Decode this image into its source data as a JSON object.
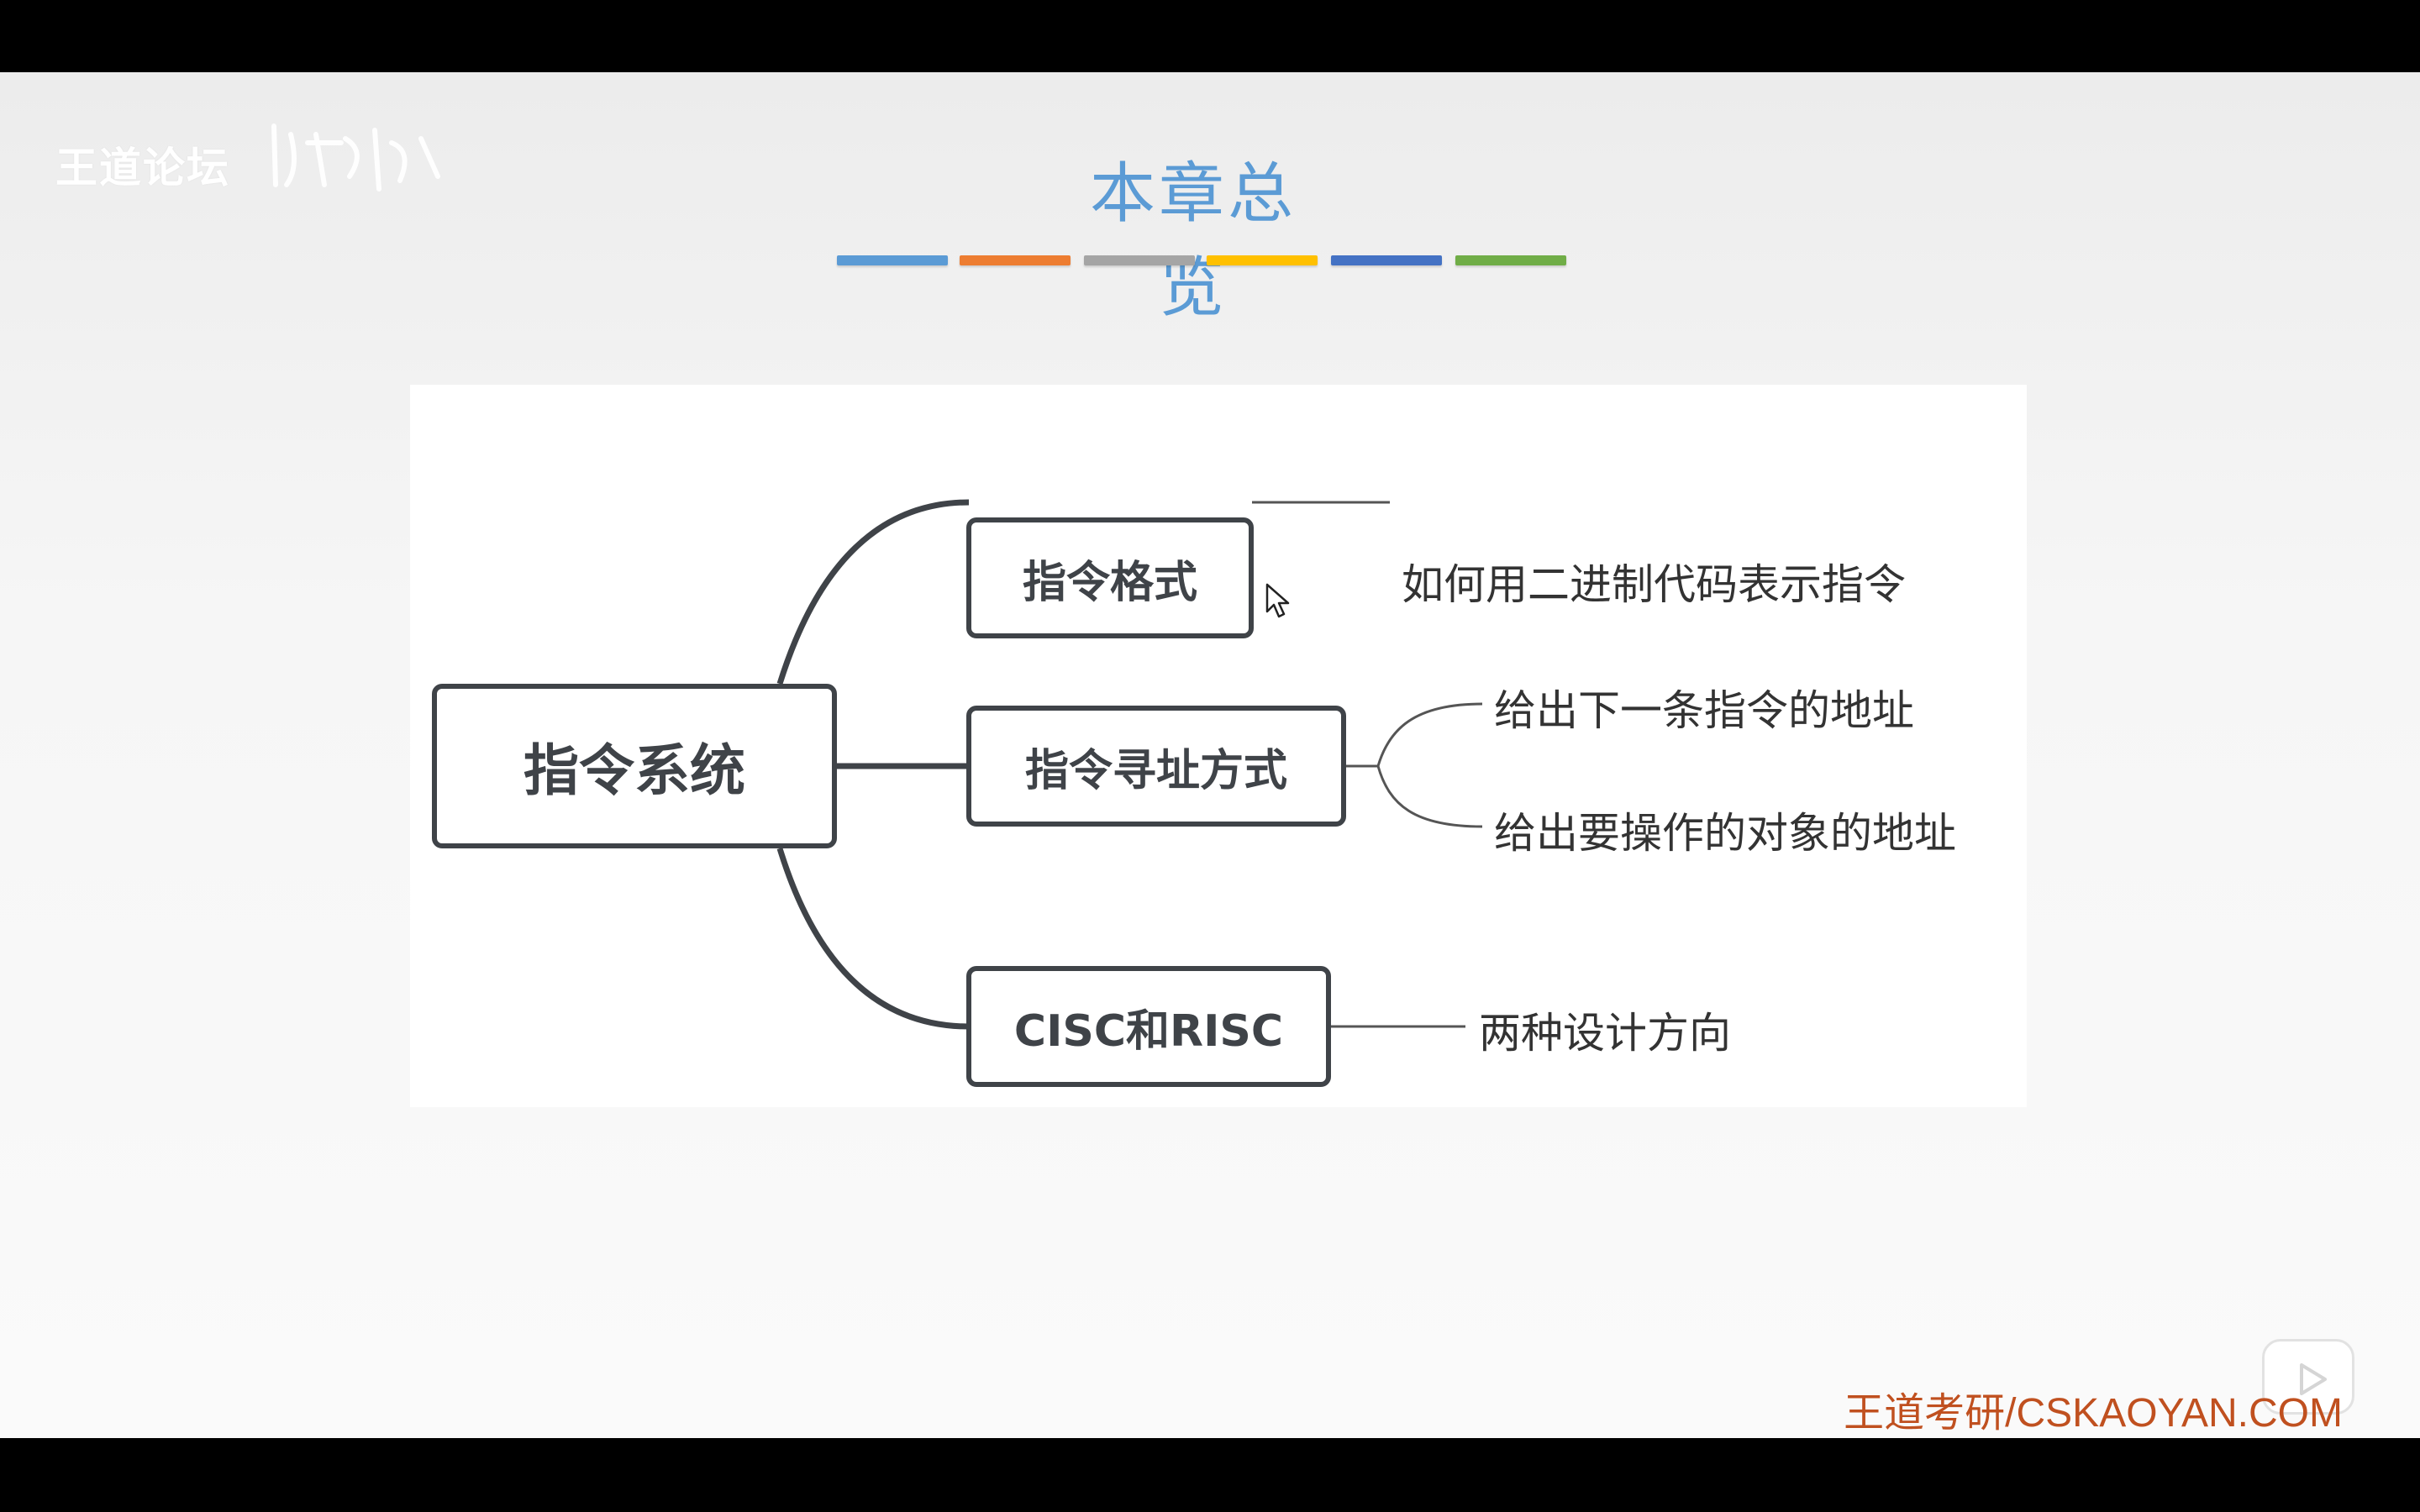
{
  "watermark": {
    "text": "王道论坛"
  },
  "slide": {
    "title": "本章总览"
  },
  "title_bar_colors": [
    "#5b9bd5",
    "#ed7d31",
    "#a5a5a5",
    "#ffc000",
    "#4472c4",
    "#70ad47"
  ],
  "mindmap": {
    "root": "指令系统",
    "branches": [
      {
        "label": "指令格式",
        "leaves": [
          "如何用二进制代码表示指令"
        ]
      },
      {
        "label": "指令寻址方式",
        "leaves": [
          "给出下一条指令的地址",
          "给出要操作的对象的地址"
        ]
      },
      {
        "label": "CISC和RISC",
        "leaves": [
          "两种设计方向"
        ]
      }
    ]
  },
  "footer": {
    "brand": "王道考研/CSKAOYAN.COM"
  },
  "colors": {
    "title": "#5b9bd5",
    "node_border": "#3f4348",
    "footer_brand": "#c0501f"
  }
}
